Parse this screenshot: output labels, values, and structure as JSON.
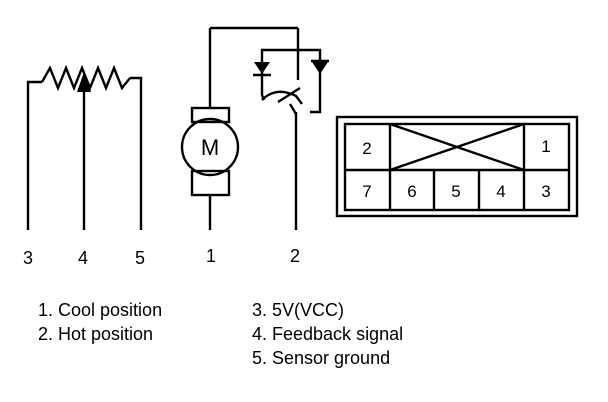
{
  "diagram": {
    "potentiometer": {
      "terminals": [
        "3",
        "4",
        "5"
      ]
    },
    "motor": {
      "symbol": "M",
      "terminals": [
        "1",
        "2"
      ]
    },
    "connector": {
      "top_row": [
        "2",
        "1"
      ],
      "bottom_row": [
        "7",
        "6",
        "5",
        "4",
        "3"
      ]
    },
    "legend_left": [
      "1. Cool position",
      "2. Hot position"
    ],
    "legend_right": [
      "3. 5V(VCC)",
      "4. Feedback signal",
      "5. Sensor ground"
    ]
  }
}
